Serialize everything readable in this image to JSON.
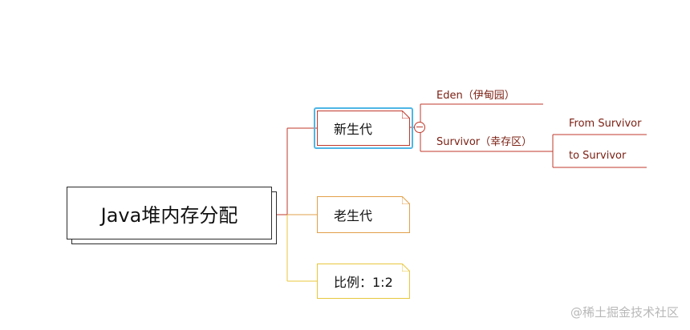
{
  "diagram": {
    "root": {
      "label": "Java堆内存分配"
    },
    "branches": [
      {
        "label": "新生代",
        "children": [
          {
            "label": "Eden（伊甸园）"
          },
          {
            "label": "Survivor（幸存区）",
            "children": [
              {
                "label": "From Survivor"
              },
              {
                "label": "to Survivor"
              }
            ]
          }
        ]
      },
      {
        "label": "老生代"
      },
      {
        "label": "比例：1:2"
      }
    ]
  },
  "colors": {
    "young": "#c0392b",
    "old": "#e2a04a",
    "ratio": "#e8c73e",
    "selection": "#4fb6e6",
    "leaf_text": "#7a1f12"
  },
  "watermark": "@稀土掘金技术社区"
}
